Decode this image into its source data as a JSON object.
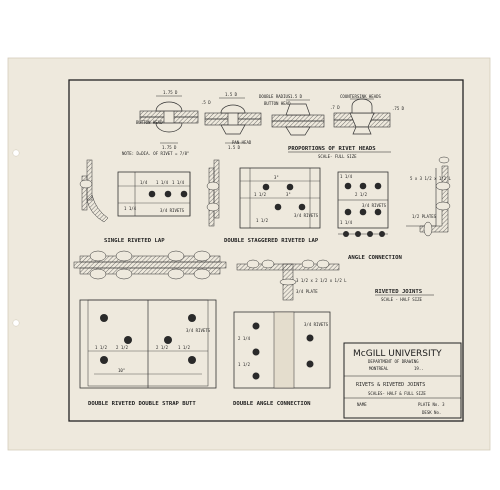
{
  "title_block": {
    "university": "McGILL UNIVERSITY",
    "department": "DEPARTMENT OF DRAWING",
    "city": "MONTREAL",
    "year": "19..",
    "drawing_title": "RIVETS & RIVETED JOINTS",
    "scales": "SCALES- HALF & FULL SIZE",
    "name_label": "NAME",
    "plate": "PLATE No. 3",
    "desk": "DESK No."
  },
  "rivet_heads": {
    "title": "PROPORTIONS OF RIVET HEADS",
    "scale": "SCALE- FULL SIZE",
    "button_head": "BUTTON HEAD",
    "button_head_2": "BUTTON HEAD",
    "double_radius": "DOUBLE RADIUS",
    "pan_head": "PAN HEAD",
    "countersunk": "COUNTERSINK HEADS",
    "note": "NOTE: D=DIA. OF RIVET = 7/8\"",
    "dims": [
      "1.75 D",
      "1.5 D",
      "1.75 D",
      "1.5 D",
      "1.5 D",
      ".5 D",
      ".7 D",
      ".75 D"
    ]
  },
  "single_lap": {
    "title": "SINGLE RIVETED LAP",
    "rivets": "3/4 RIVETS",
    "dims": [
      "1/4",
      "1 1/4",
      "1 1/4",
      "1 1/4"
    ]
  },
  "double_staggered": {
    "title": "DOUBLE STAGGERED RIVETED LAP",
    "rivets": "3/4 RIVETS",
    "dims": [
      "3\"",
      "3\"",
      "1 1/2",
      "1 1/2"
    ]
  },
  "angle_connection": {
    "title": "ANGLE CONNECTION",
    "rivets": "3/4 RIVETS",
    "dims": [
      "2 1/2",
      "1 1/4",
      "1 1/4"
    ],
    "plate": "1/2 PLATES",
    "angle_size": "5 x 3 1/2 x 1/2 L"
  },
  "riveted_joints": {
    "title": "RIVETED JOINTS",
    "scale": "SCALE - HALF SIZE"
  },
  "double_butt": {
    "title": "DOUBLE RIVETED DOUBLE STRAP BUTT",
    "rivets": "3/4 RIVETS",
    "dims": [
      "1 1/2",
      "2 1/2",
      "2 1/2",
      "1 1/2"
    ],
    "length": "10\""
  },
  "double_angle": {
    "title": "DOUBLE ANGLE CONNECTION",
    "rivets": "3/4 RIVETS",
    "angle_size": "3 1/2 x 2 1/2 x 1/2 L",
    "plate": "3/4 PLATE",
    "dims": [
      "2 1/4",
      "1 1/2"
    ]
  }
}
